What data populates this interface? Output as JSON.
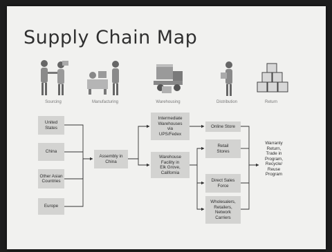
{
  "title": "Supply Chain Map",
  "stages": [
    {
      "label": "Sourcing",
      "icon": "handshake-people-icon"
    },
    {
      "label": "Manufacturing",
      "icon": "factory-workers-icon"
    },
    {
      "label": "Warehousing",
      "icon": "forklift-icon"
    },
    {
      "label": "Distribution",
      "icon": "delivery-person-icon"
    },
    {
      "label": "Return",
      "icon": "stacked-boxes-icon"
    }
  ],
  "sources": [
    "United\nStates",
    "China",
    "Other Asian\nCountries",
    "Europe"
  ],
  "assembly": "Assembly in\nChina",
  "warehouses": {
    "intermediate": "Intermediate\nWarehouses\nvia\nUPS/Fedex",
    "facility": "Warehouse\nFacility in\nElk Grove,\nCalifornia"
  },
  "channels": [
    "Online Store",
    "Retail\nStores",
    "Direct Sales\nForce",
    "Wholesalers,\nRetailers,\nNetwork\nCarriers"
  ],
  "return_text": "Warranty\nReturn,\nTrade in\nProgram,\nRecycle/\nReuse\nProgram",
  "colors": {
    "box": "#d3d3d1",
    "line": "#333333",
    "slide": "#f1f1ef"
  }
}
